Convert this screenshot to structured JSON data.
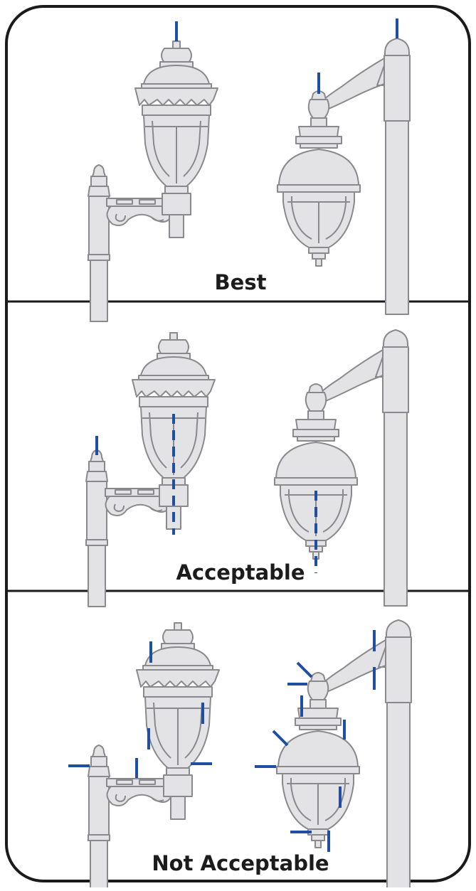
{
  "colors": {
    "frame": "#1a1a1a",
    "lamp_fill": "#e3e3e5",
    "lamp_stroke": "#8a8a8e",
    "indicator": "#1f4ea3"
  },
  "panels": [
    {
      "label": "Best",
      "indicator_style": "vertical-above-top"
    },
    {
      "label": "Acceptable",
      "indicator_style": "dashed-vertical-through-center"
    },
    {
      "label": "Not Acceptable",
      "indicator_style": "tilted-or-offset-lines"
    }
  ]
}
